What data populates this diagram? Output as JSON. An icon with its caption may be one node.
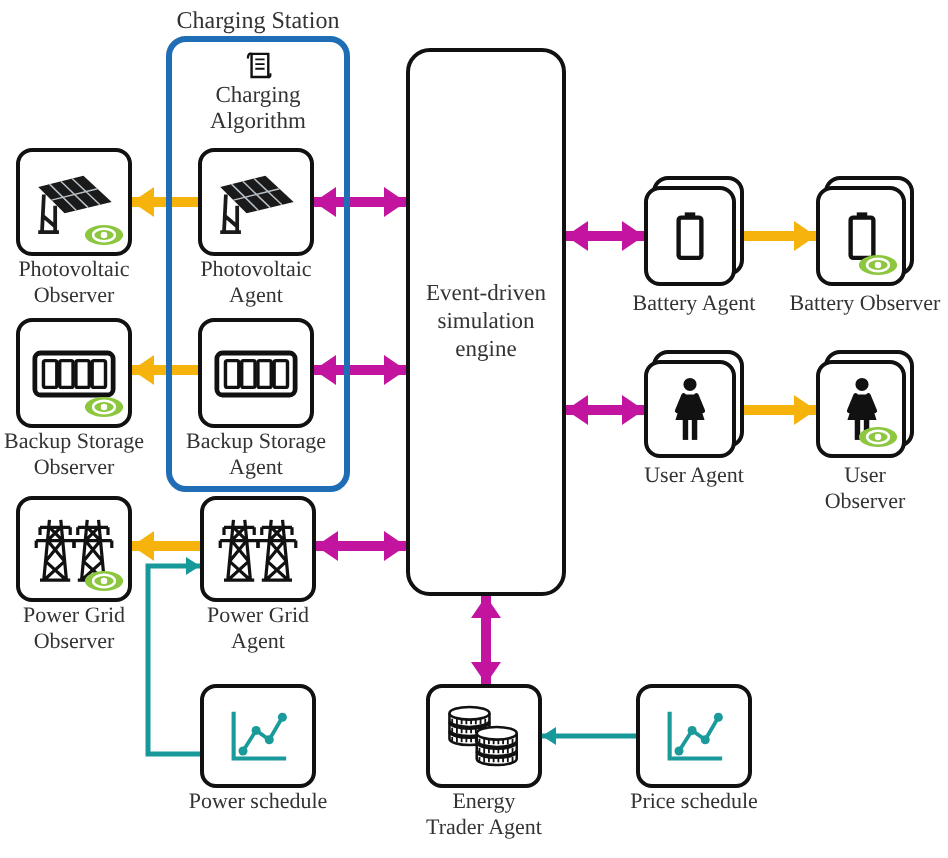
{
  "diagram": {
    "nodes": [
      {
        "text": [
          "Charging Station"
        ]
      },
      {
        "text": [
          "Charging Algorithm"
        ],
        "in": 0
      },
      {
        "text": [
          "Photovoltaic Observer"
        ]
      },
      {
        "text": [
          "Photovoltaic Agent"
        ],
        "in": 0
      },
      {
        "text": [
          "Event-driven simulation engine"
        ]
      },
      {
        "text": [
          "Battery Agent"
        ]
      },
      {
        "text": [
          "Battery Observer"
        ]
      },
      {
        "text": [
          "Backup Storage Observer"
        ]
      },
      {
        "text": [
          "Backup Storage Agent"
        ],
        "in": 0
      },
      {
        "text": [
          "User Agent"
        ]
      },
      {
        "text": [
          "User Observer"
        ]
      },
      {
        "text": [
          "Power Grid Observer"
        ]
      },
      {
        "text": [
          "Power Grid Agent"
        ]
      },
      {
        "text": [
          "Power schedule"
        ]
      },
      {
        "text": [
          "Energy Trader Agent"
        ]
      },
      {
        "text": [
          "Price schedule"
        ]
      }
    ],
    "edges": [
      {
        "from": 3,
        "to": 2,
        "arrow": "to",
        "color": "#f5b30c"
      },
      {
        "from": 3,
        "to": 4,
        "arrow": "both",
        "color": "#c2149f"
      },
      {
        "from": 4,
        "to": 5,
        "arrow": "both",
        "color": "#c2149f"
      },
      {
        "from": 5,
        "to": 6,
        "arrow": "to",
        "color": "#f5b30c"
      },
      {
        "from": 8,
        "to": 7,
        "arrow": "to",
        "color": "#f5b30c"
      },
      {
        "from": 8,
        "to": 4,
        "arrow": "both",
        "color": "#c2149f"
      },
      {
        "from": 4,
        "to": 9,
        "arrow": "both",
        "color": "#c2149f"
      },
      {
        "from": 9,
        "to": 10,
        "arrow": "to",
        "color": "#f5b30c"
      },
      {
        "from": 12,
        "to": 11,
        "arrow": "to",
        "color": "#f5b30c"
      },
      {
        "from": 12,
        "to": 4,
        "arrow": "both",
        "color": "#c2149f"
      },
      {
        "from": 13,
        "to": 12,
        "arrow": "to",
        "color": "#17999a"
      },
      {
        "from": 4,
        "to": 14,
        "arrow": "both",
        "color": "#c2149f"
      },
      {
        "from": 15,
        "to": 14,
        "arrow": "to",
        "color": "#17999a"
      }
    ]
  }
}
